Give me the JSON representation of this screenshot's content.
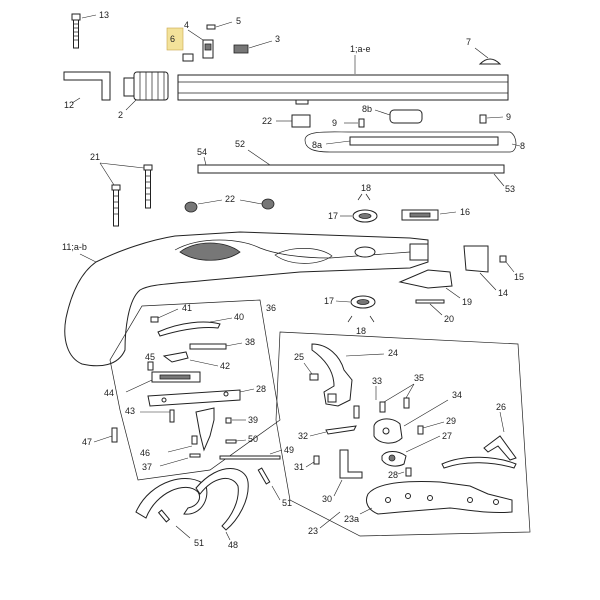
{
  "diagram": {
    "highlight_color": "#f3e29a",
    "line_color": "#222222",
    "labels": {
      "p1": "1;a-e",
      "p2": "2",
      "p3": "3",
      "p4": "4",
      "p5": "5",
      "p6": "6",
      "p7": "7",
      "p8": "8",
      "p8a": "8a",
      "p8b": "8b",
      "p9a": "9",
      "p9b": "9",
      "p11": "11;a-b",
      "p12": "12",
      "p13": "13",
      "p14": "14",
      "p15": "15",
      "p16": "16",
      "p17a": "17",
      "p17b": "17",
      "p18a": "18",
      "p18b": "18",
      "p19": "19",
      "p20": "20",
      "p21": "21",
      "p22a": "22",
      "p22b": "22",
      "p23": "23",
      "p23a": "23a",
      "p24": "24",
      "p25": "25",
      "p26": "26",
      "p27": "27",
      "p28a": "28",
      "p28b": "28",
      "p29": "29",
      "p30": "30",
      "p31": "31",
      "p32": "32",
      "p33": "33",
      "p34": "34",
      "p35": "35",
      "p36": "36",
      "p37": "37",
      "p38": "38",
      "p39": "39",
      "p40": "40",
      "p41": "41",
      "p42": "42",
      "p43": "43",
      "p44": "44",
      "p45": "45",
      "p46": "46",
      "p47": "47",
      "p48": "48",
      "p49": "49",
      "p50": "50",
      "p51a": "51",
      "p51b": "51",
      "p52": "52",
      "p53": "53",
      "p54": "54"
    }
  }
}
